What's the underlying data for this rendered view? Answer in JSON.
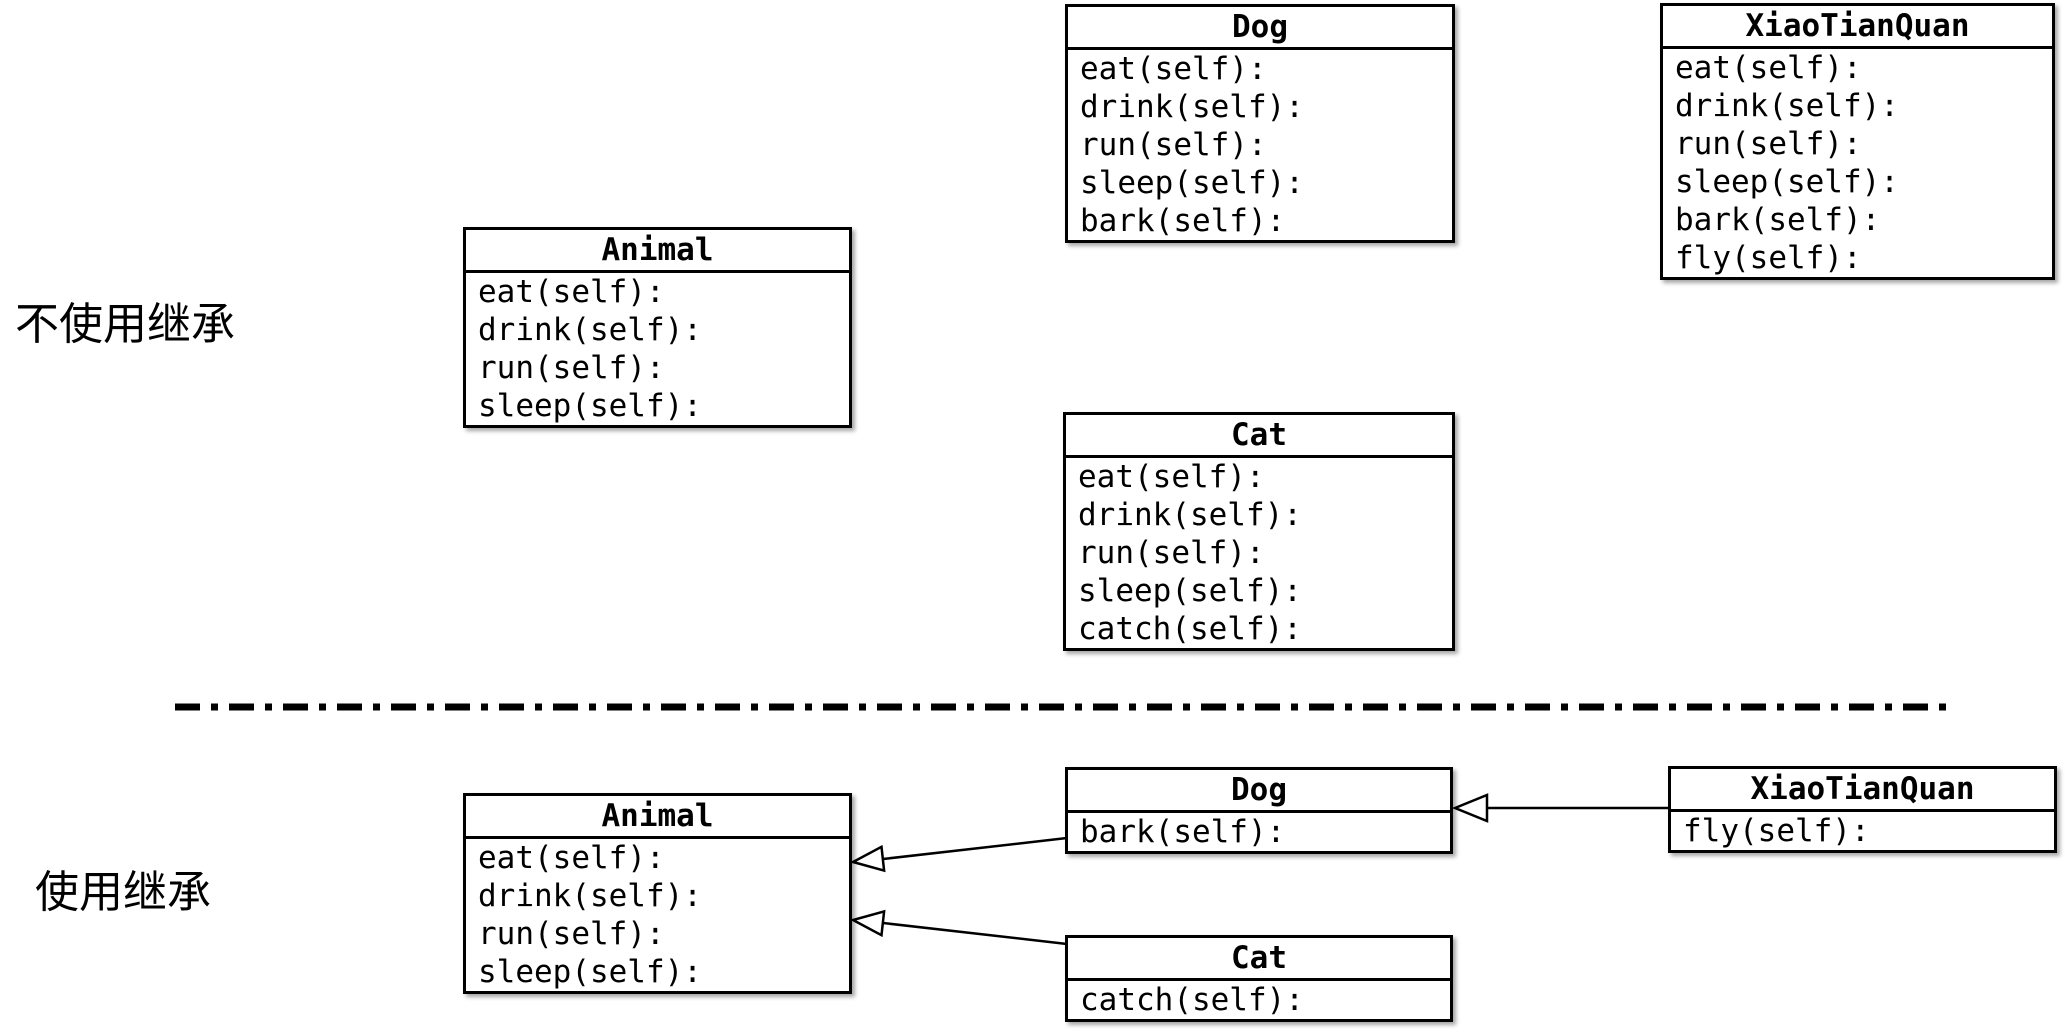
{
  "sections": [
    {
      "label": "不使用继承",
      "classes": [
        {
          "name": "Animal",
          "methods": [
            "eat(self):",
            "drink(self):",
            "run(self):",
            "sleep(self):"
          ]
        },
        {
          "name": "Dog",
          "methods": [
            "eat(self):",
            "drink(self):",
            "run(self):",
            "sleep(self):",
            "bark(self):"
          ]
        },
        {
          "name": "XiaoTianQuan",
          "methods": [
            "eat(self):",
            "drink(self):",
            "run(self):",
            "sleep(self):",
            "bark(self):",
            "fly(self):"
          ]
        },
        {
          "name": "Cat",
          "methods": [
            "eat(self):",
            "drink(self):",
            "run(self):",
            "sleep(self):",
            "catch(self):"
          ]
        }
      ]
    },
    {
      "label": "使用继承",
      "classes": [
        {
          "name": "Animal",
          "methods": [
            "eat(self):",
            "drink(self):",
            "run(self):",
            "sleep(self):"
          ]
        },
        {
          "name": "Dog",
          "methods": [
            "bark(self):"
          ]
        },
        {
          "name": "XiaoTianQuan",
          "methods": [
            "fly(self):"
          ]
        },
        {
          "name": "Cat",
          "methods": [
            "catch(self):"
          ]
        }
      ],
      "relations": [
        {
          "from": "Dog",
          "to": "Animal",
          "type": "inheritance"
        },
        {
          "from": "Cat",
          "to": "Animal",
          "type": "inheritance"
        },
        {
          "from": "XiaoTianQuan",
          "to": "Dog",
          "type": "inheritance"
        }
      ]
    }
  ],
  "colors": {
    "background": "#ffffff",
    "box_fill": "#ffffff",
    "line": "#000000",
    "text": "#000000"
  }
}
